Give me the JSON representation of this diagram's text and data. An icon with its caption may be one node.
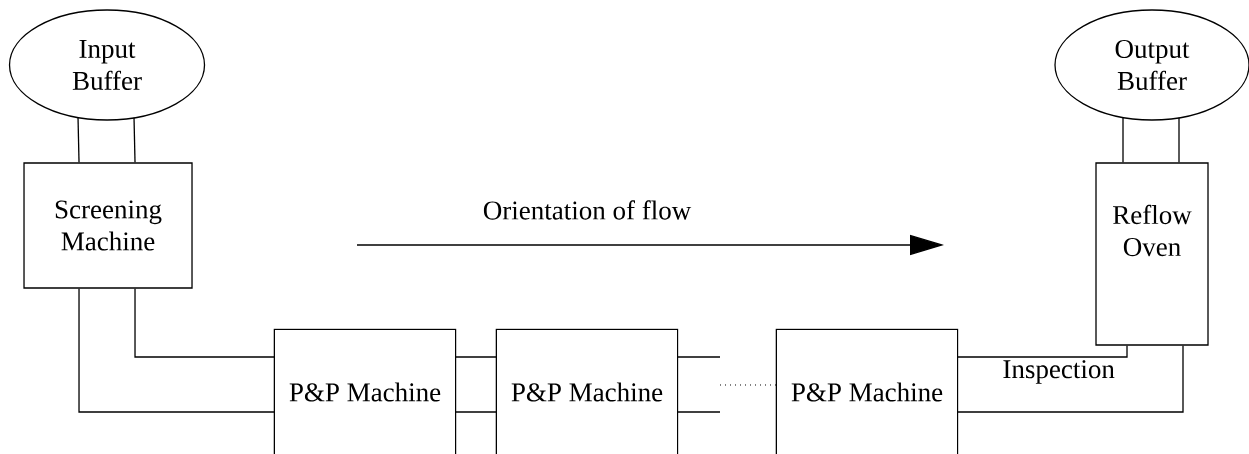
{
  "diagram": {
    "nodes": [
      {
        "text": [
          "Input Buffer"
        ]
      },
      {
        "text": [
          "Screening Machine"
        ]
      },
      {
        "text": [
          "P&P Machine"
        ]
      },
      {
        "text": [
          "P&P Machine"
        ]
      },
      {
        "text": [
          "P&P Machine"
        ]
      },
      {
        "text": [
          "Reflow Oven"
        ]
      },
      {
        "text": [
          "Output Buffer"
        ]
      }
    ],
    "edges": [
      {
        "from": 0,
        "to": 1,
        "arrow": "none"
      },
      {
        "from": 0,
        "to": 1,
        "arrow": "none"
      },
      {
        "from": 1,
        "to": 2,
        "arrow": "none"
      },
      {
        "from": 1,
        "to": 2,
        "arrow": "none"
      },
      {
        "from": 2,
        "to": 3,
        "arrow": "none"
      },
      {
        "from": 2,
        "to": 3,
        "arrow": "none"
      },
      {
        "from": 3,
        "to": null,
        "arrow": "none"
      },
      {
        "from": 3,
        "to": null,
        "arrow": "none"
      },
      {
        "from": null,
        "to": 4,
        "arrow": "none",
        "style": "dashed"
      },
      {
        "from": 4,
        "to": 5,
        "arrow": "none",
        "label": "Inspection"
      },
      {
        "from": 4,
        "to": 5,
        "arrow": "none"
      },
      {
        "from": 5,
        "to": 6,
        "arrow": "none"
      },
      {
        "from": 5,
        "to": 6,
        "arrow": "none"
      }
    ],
    "labels": [
      "Orientation of flow"
    ]
  }
}
